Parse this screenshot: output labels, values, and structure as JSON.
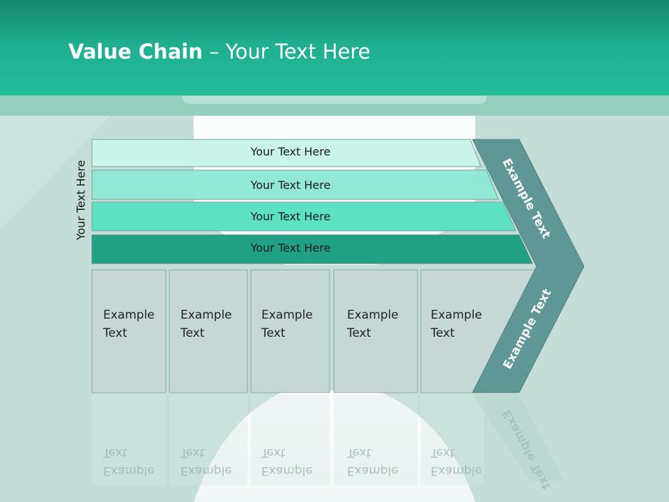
{
  "title": {
    "bold": "Value Chain",
    "rest": " – Your Text Here"
  },
  "side_label": "Your Text Here",
  "bars": [
    {
      "label": "Your Text Here",
      "color": "#c8f4e9"
    },
    {
      "label": "Your Text Here",
      "color": "#91e8d4"
    },
    {
      "label": "Your Text Here",
      "color": "#5ce1c3"
    },
    {
      "label": "Your Text Here",
      "color": "#20a085"
    }
  ],
  "boxes": [
    {
      "line1": "Example",
      "line2": "Text"
    },
    {
      "line1": "Example",
      "line2": "Text"
    },
    {
      "line1": "Example",
      "line2": "Text"
    },
    {
      "line1": "Example",
      "line2": "Text"
    },
    {
      "line1": "Example",
      "line2": "Text"
    }
  ],
  "chevron": {
    "upper_label": "Example Text",
    "lower_label": "Example Text",
    "color": "#5f9797"
  },
  "colors": {
    "header": "#1fae90",
    "background": "#c4ded7",
    "box_fill": "#c5d8d6"
  }
}
